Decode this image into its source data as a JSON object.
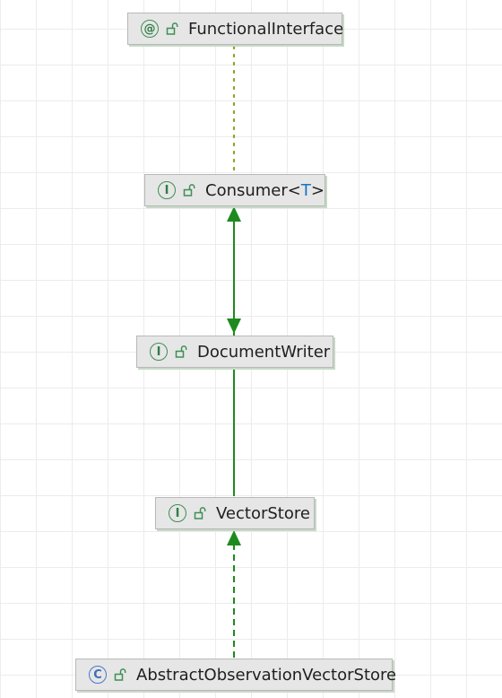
{
  "nodes": [
    {
      "id": "functional",
      "badge": "@",
      "name": "FunctionalInterface"
    },
    {
      "id": "consumer",
      "badge": "I",
      "name": "Consumer",
      "type_open": "<",
      "type_param": "T",
      "type_close": ">"
    },
    {
      "id": "documentwriter",
      "badge": "I",
      "name": "DocumentWriter"
    },
    {
      "id": "vectorstore",
      "badge": "I",
      "name": "VectorStore"
    },
    {
      "id": "abstractobs",
      "badge": "C",
      "name": "AbstractObservationVectorStore"
    }
  ],
  "edges": [
    {
      "from": "consumer",
      "to": "functional",
      "kind": "annotation"
    },
    {
      "from": "documentwriter",
      "to": "consumer",
      "kind": "extends"
    },
    {
      "from": "vectorstore",
      "to": "documentwriter",
      "kind": "extends"
    },
    {
      "from": "abstractobs",
      "to": "vectorstore",
      "kind": "implements"
    }
  ],
  "colors": {
    "arrow": "#1e8a1e",
    "annotation_dots": "#8aa52a",
    "interface_badge": "#3e8f54",
    "class_badge": "#4a78c6",
    "type_param": "#1a73c4"
  },
  "icons": {
    "annotation_badge": "at-sign-icon",
    "interface_badge": "interface-i-icon",
    "class_badge": "class-c-icon",
    "visibility": "open-lock-icon"
  }
}
